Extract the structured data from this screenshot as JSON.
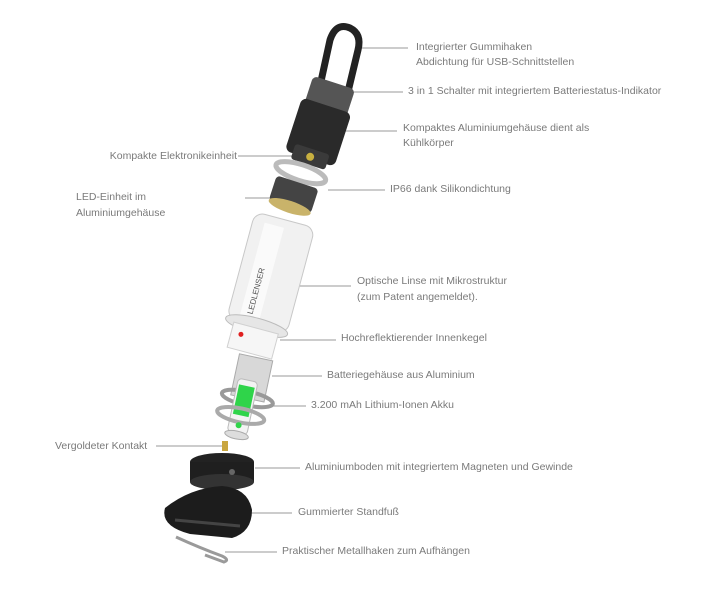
{
  "labels": {
    "hook": "Integrierter Gummihaken",
    "usb_seal": "Abdichtung für USB-Schnittstellen",
    "switch": "3 in 1 Schalter  mit integriertem Batteriestatus-Indikator",
    "housing_1": "Kompaktes Aluminiumgehäuse dient als",
    "housing_2": "Kühlkörper",
    "electronics": "Kompakte Elektronikeinheit",
    "ip66": "IP66 dank Silikondichtung",
    "led_1": "LED-Einheit im",
    "led_2": "Aluminiumgehäuse",
    "lens_1": "Optische Linse mit Mikrostruktur",
    "lens_2": "(zum Patent angemeldet).",
    "cone": "Hochreflektierender Innenkegel",
    "battery_housing": "Batteriegehäuse aus Aluminium",
    "battery": "3.200 mAh Lithium-Ionen Akku",
    "contact": "Vergoldeter Kontakt",
    "base": "Aluminiumboden mit integriertem Magneten und  Gewinde",
    "foot": "Gummierter Standfuß",
    "metal_hook": "Praktischer Metallhaken zum Aufhängen"
  },
  "logo_text": "LEDLENSER",
  "colors": {
    "text": "#7a7a7a",
    "leader": "#9a9a9a",
    "battery_green": "#2fd44a",
    "body_dark": "#2a2a2a"
  }
}
